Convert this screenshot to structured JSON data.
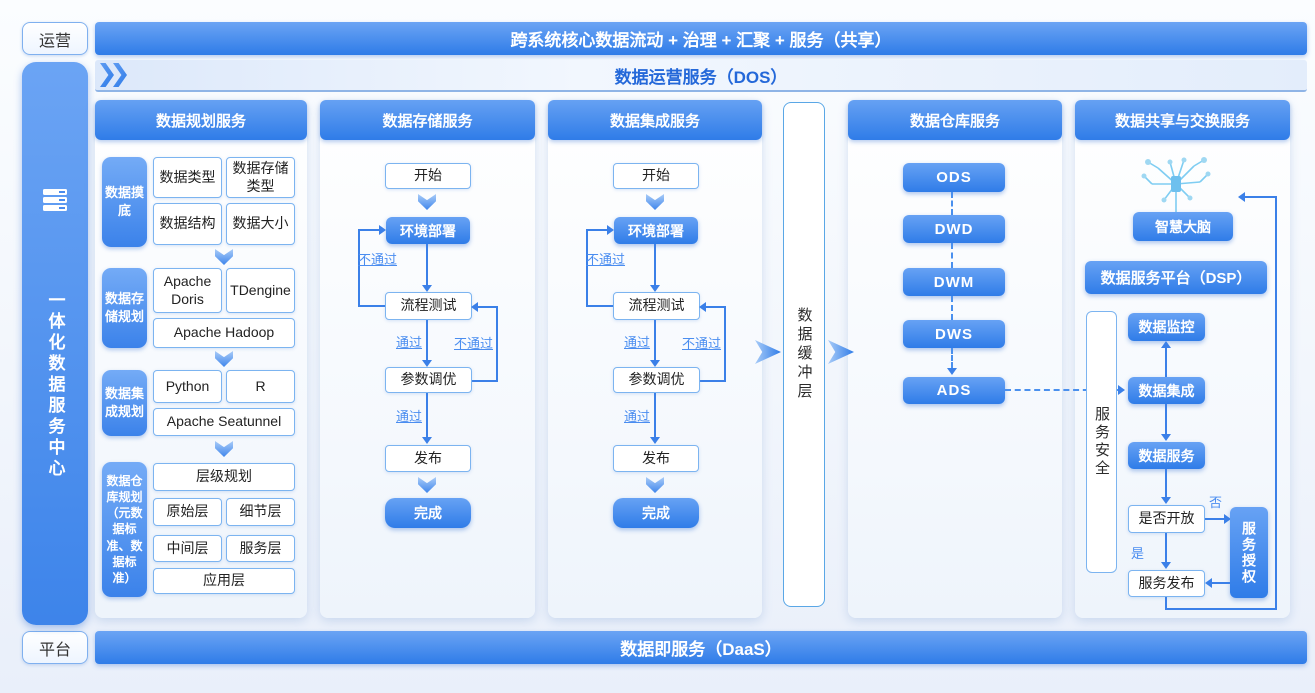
{
  "banners": {
    "top": "跨系统核心数据流动 + 治理 + 汇聚 + 服务（共享）",
    "dos": "数据运营服务（DOS）",
    "daas": "数据即服务（DaaS）"
  },
  "side": {
    "top_tag": "运营",
    "bottom_tag": "平台",
    "center": "一体化数据服务中心"
  },
  "buffer": {
    "label": "数据缓冲层"
  },
  "planning": {
    "title": "数据规划服务",
    "groups": [
      {
        "label": "数据摸底",
        "items": [
          "数据类型",
          "数据存储类型",
          "数据结构",
          "数据大小"
        ]
      },
      {
        "label": "数据存储规划",
        "items": [
          "Apache Doris",
          "TDengine",
          "Apache Hadoop"
        ]
      },
      {
        "label": "数据集成规划",
        "items": [
          "Python",
          "R",
          "Apache Seatunnel"
        ]
      },
      {
        "label": "数据仓库规划（元数据标准、数据标准）",
        "items": [
          "层级规划",
          "原始层",
          "细节层",
          "中间层",
          "服务层",
          "应用层"
        ]
      }
    ]
  },
  "storage": {
    "title": "数据存储服务",
    "start": "开始",
    "deploy": "环境部署",
    "test": "流程测试",
    "tune": "参数调优",
    "publish": "发布",
    "done": "完成",
    "pass": "通过",
    "fail": "不通过"
  },
  "integration": {
    "title": "数据集成服务",
    "start": "开始",
    "deploy": "环境部署",
    "test": "流程测试",
    "tune": "参数调优",
    "publish": "发布",
    "done": "完成",
    "pass": "通过",
    "fail": "不通过"
  },
  "warehouse": {
    "title": "数据仓库服务",
    "layers": [
      "ODS",
      "DWD",
      "DWM",
      "DWS",
      "ADS"
    ]
  },
  "sharing": {
    "title": "数据共享与交换服务",
    "brain": "智慧大脑",
    "dsp": "数据服务平台（DSP）",
    "security": "服务安全",
    "monitor": "数据监控",
    "integration": "数据集成",
    "service": "数据服务",
    "open": "是否开放",
    "auth": "服务授权",
    "publish": "服务发布",
    "yes": "是",
    "no": "否"
  },
  "colors": {
    "accent": "#2f7ce8",
    "accent_light": "#6aa3f3",
    "outline_border": "#7cb4f0",
    "link_label": "#4a8df0",
    "dos_text": "#2468d9",
    "banner_text": "#ffffff"
  }
}
